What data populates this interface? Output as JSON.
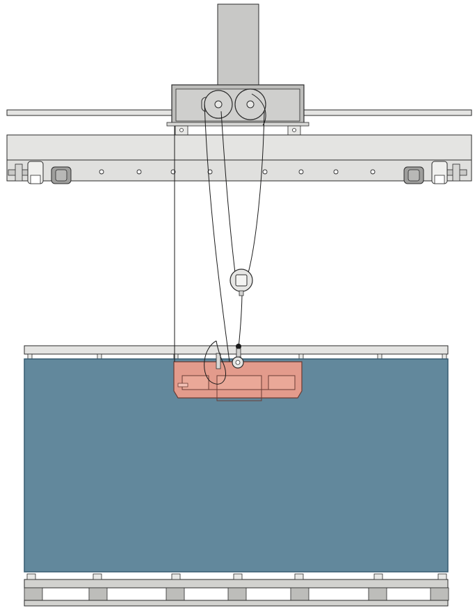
{
  "diagram": {
    "kind": "overhead-crane-lifting-panel",
    "labels": [],
    "colors": {
      "background": "#ffffff",
      "column": "#c8c8c6",
      "trolley_frame": "#bdbdbb",
      "beam_light": "#e4e4e2",
      "beam_mid": "#d2d2d0",
      "outline": "#2a2a2a",
      "panel": "#62889c",
      "panel_edge": "#355a70",
      "lifter": "#e39b8c",
      "lifter_edge": "#6a3b33",
      "pallet": "#d2d2cf",
      "hook_block": "#e6e6e4",
      "rope": "#1a1a1a"
    },
    "components": [
      {
        "id": "column",
        "name": "support-column"
      },
      {
        "id": "trolley",
        "name": "hoist-trolley"
      },
      {
        "id": "sheave_left",
        "name": "rope-sheave"
      },
      {
        "id": "sheave_right",
        "name": "drive-sheave"
      },
      {
        "id": "rail",
        "name": "overhead-rail"
      },
      {
        "id": "beam",
        "name": "bridge-beam"
      },
      {
        "id": "carriage_left",
        "name": "end-carriage-left"
      },
      {
        "id": "carriage_right",
        "name": "end-carriage-right"
      },
      {
        "id": "ropes",
        "name": "hoist-ropes"
      },
      {
        "id": "hook_block",
        "name": "hook-block"
      },
      {
        "id": "panel_top",
        "name": "panel-top-cap"
      },
      {
        "id": "panel",
        "name": "glass-panel"
      },
      {
        "id": "lifter",
        "name": "panel-lifting-clamp"
      },
      {
        "id": "pallet",
        "name": "transport-pallet"
      }
    ]
  }
}
